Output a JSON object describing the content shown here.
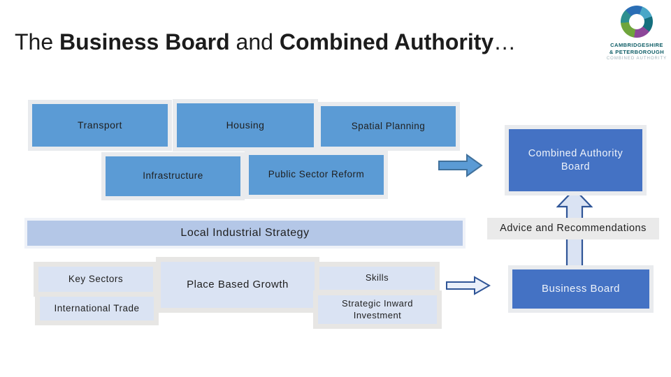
{
  "title": {
    "prefix": "The ",
    "bold1": "Business Board",
    "mid": " and ",
    "bold2": "Combined Authority",
    "suffix": "…"
  },
  "logo": {
    "line1": "CAMBRIDGESHIRE",
    "line2": "& PETERBOROUGH",
    "line3": "COMBINED AUTHORITY",
    "swirl_colors": [
      "#6fa53c",
      "#2e8f8f",
      "#2a6eb5",
      "#49a7c7",
      "#156f7e",
      "#8c4799"
    ]
  },
  "boxes": {
    "transport": {
      "label": "Transport"
    },
    "housing": {
      "label": "Housing"
    },
    "spatial_planning": {
      "label": "Spatial Planning"
    },
    "infrastructure": {
      "label": "Infrastructure"
    },
    "public_sector_reform": {
      "label": "Public Sector Reform"
    },
    "combined_authority_board": {
      "label": "Combined Authority Board"
    },
    "local_industrial_strategy": {
      "label": "Local Industrial Strategy"
    },
    "advice": {
      "label": "Advice and Recommendations"
    },
    "key_sectors": {
      "label": "Key Sectors"
    },
    "international_trade": {
      "label": "International Trade"
    },
    "place_based_growth": {
      "label": "Place Based Growth"
    },
    "skills": {
      "label": "Skills"
    },
    "strategic_inward_investment": {
      "label": "Strategic Inward Investment"
    },
    "business_board": {
      "label": "Business Board"
    }
  },
  "colors": {
    "box_blue": "#5b9bd5",
    "box_dark_blue": "#4472c4",
    "box_light_blue": "#dae3f3",
    "strategy_band_blue": "#b4c7e7",
    "arrow_fill_blue": "#5b9bd5",
    "arrow_fill_pale": "#dae3f3",
    "arrow_fill_faint": "#e9effa",
    "arrow_outline_dark": "#2f5597",
    "arrow_outline_mid": "#41719c",
    "frame_gray": "#e9ebee",
    "advice_gray": "#eaeaea"
  }
}
